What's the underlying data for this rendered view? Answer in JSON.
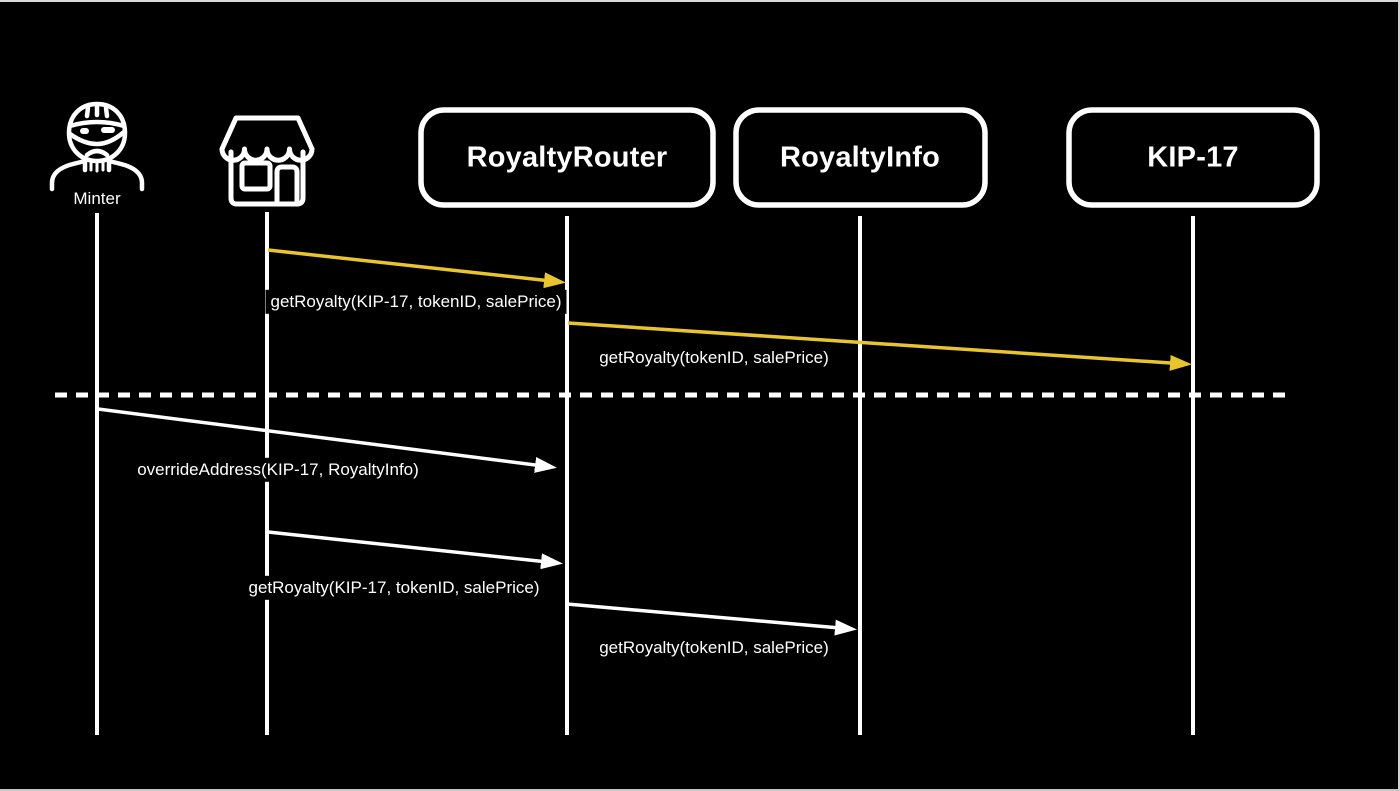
{
  "diagram_type": "sequence-diagram",
  "colors": {
    "background": "#000000",
    "foreground": "#ffffff",
    "highlight_arrow": "#e8c52f"
  },
  "actors": [
    {
      "label": "Minter",
      "icon": "robber-person-icon",
      "kind": "person"
    },
    {
      "label": "",
      "icon": "storefront-icon",
      "kind": "marketplace"
    },
    {
      "label": "RoyaltyRouter",
      "kind": "component-box"
    },
    {
      "label": "RoyaltyInfo",
      "kind": "component-box"
    },
    {
      "label": "KIP-17",
      "kind": "component-box"
    }
  ],
  "messages": [
    {
      "from": "marketplace",
      "to": "RoyaltyRouter",
      "label": "getRoyalty(KIP-17, tokenID, salePrice)",
      "color": "#e8c52f"
    },
    {
      "from": "RoyaltyRouter",
      "to": "KIP-17",
      "label": "getRoyalty(tokenID, salePrice)",
      "color": "#e8c52f"
    },
    {
      "from": "Minter",
      "to": "RoyaltyRouter",
      "label": "overrideAddress(KIP-17, RoyaltyInfo)",
      "color": "#ffffff"
    },
    {
      "from": "marketplace",
      "to": "RoyaltyRouter",
      "label": "getRoyalty(KIP-17, tokenID, salePrice)",
      "color": "#ffffff"
    },
    {
      "from": "RoyaltyRouter",
      "to": "RoyaltyInfo",
      "label": "getRoyalty(tokenID, salePrice)",
      "color": "#ffffff"
    }
  ],
  "divider": {
    "style": "dashed",
    "color": "#ffffff"
  }
}
